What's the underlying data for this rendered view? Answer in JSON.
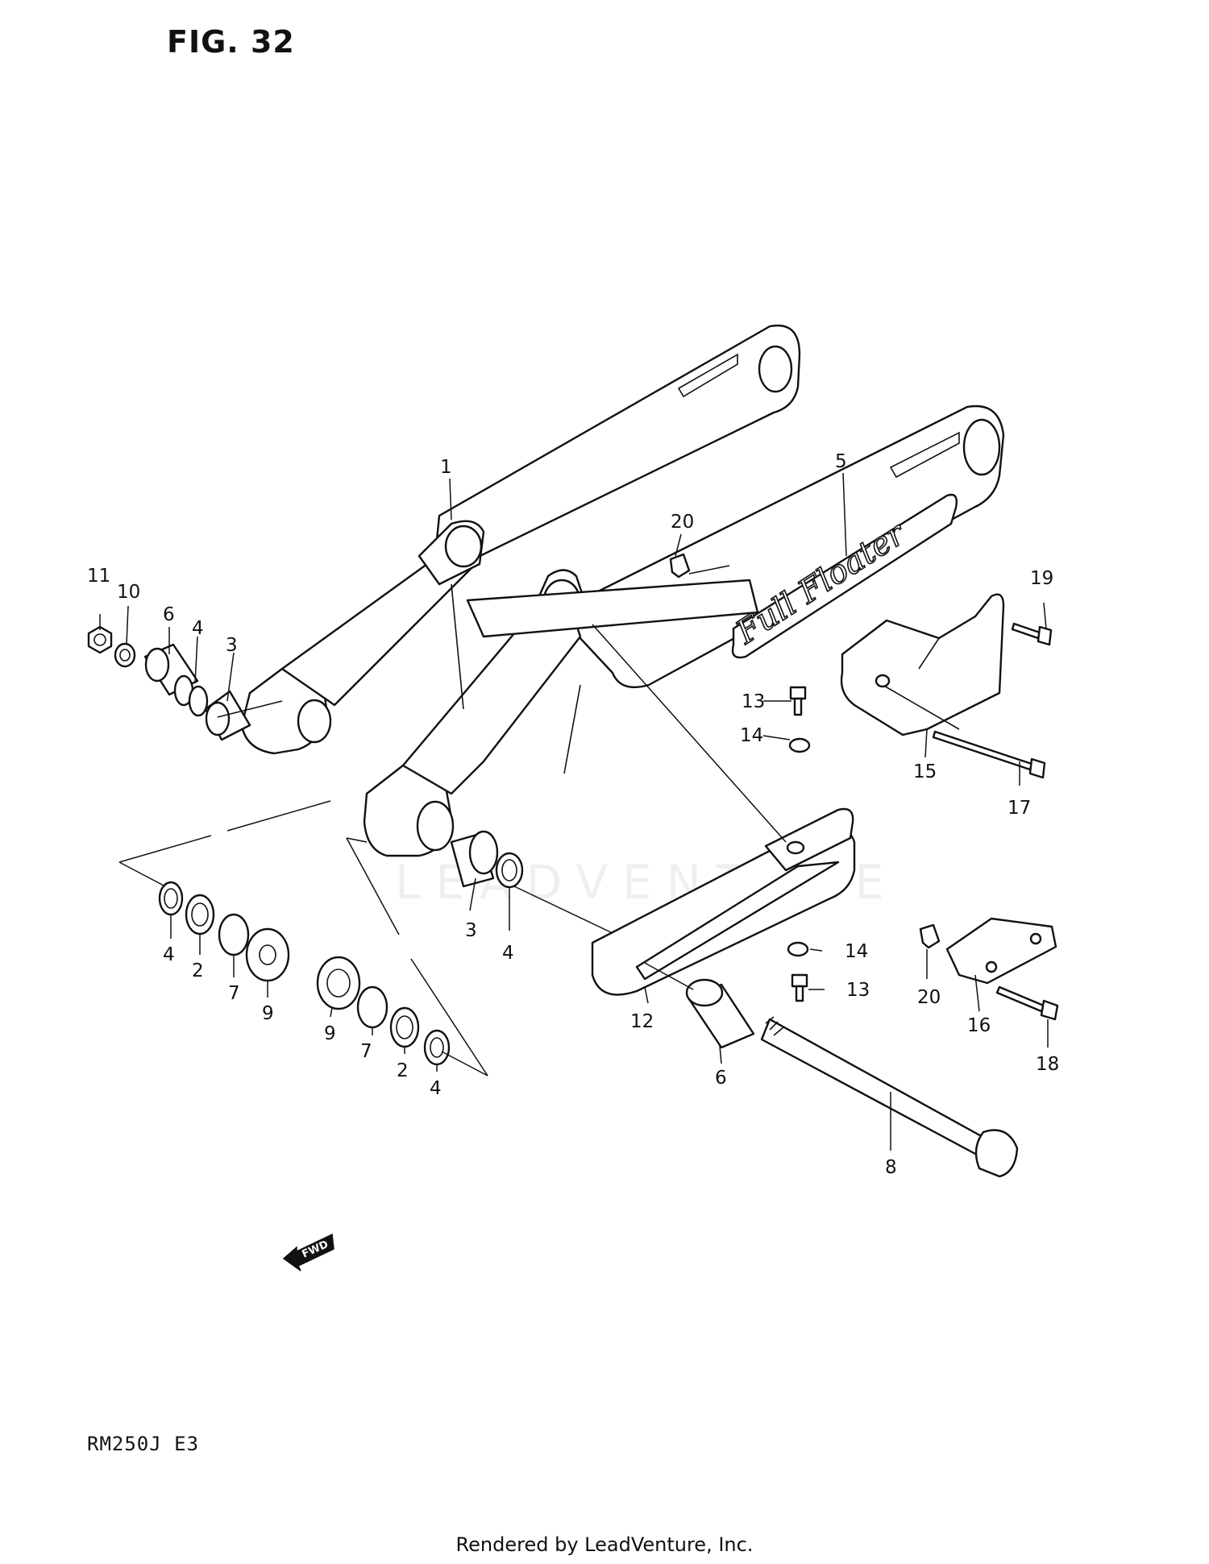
{
  "figure": {
    "title": "FIG. 32",
    "model_code": "RM250J  E3",
    "footer": "Rendered by LeadVenture, Inc.",
    "watermark": "LEADVENTURE",
    "fwd_label": "FWD",
    "swingarm_logo": "Full Floater"
  },
  "callouts": {
    "p1": "1",
    "p2a": "2",
    "p2b": "2",
    "p3a": "3",
    "p3b": "3",
    "p4a": "4",
    "p4b": "4",
    "p4c": "4",
    "p4d": "4",
    "p5": "5",
    "p6a": "6",
    "p6b": "6",
    "p7a": "7",
    "p7b": "7",
    "p8": "8",
    "p9a": "9",
    "p9b": "9",
    "p10": "10",
    "p11": "11",
    "p12": "12",
    "p13a": "13",
    "p13b": "13",
    "p14a": "14",
    "p14b": "14",
    "p15": "15",
    "p16": "16",
    "p17": "17",
    "p18": "18",
    "p19": "19",
    "p20a": "20",
    "p20b": "20"
  }
}
